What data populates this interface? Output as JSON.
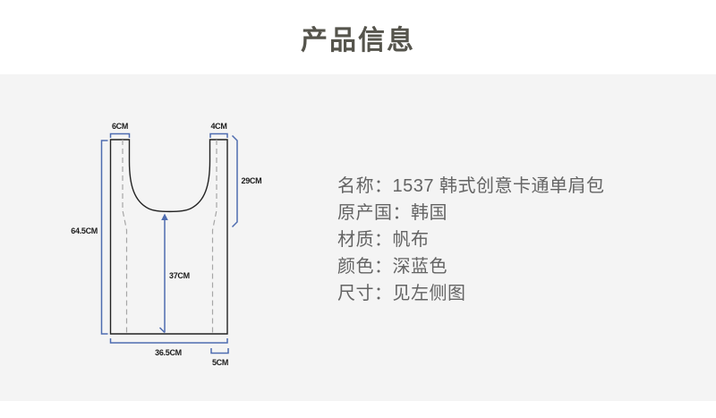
{
  "page": {
    "title": "产品信息"
  },
  "colors": {
    "accent_blue": "#4e6cb0",
    "background_gray": "#f4f4f4",
    "title_text": "#55544c",
    "body_text": "#646464",
    "outline_black": "#222222",
    "dash_gray": "#a6a6a6"
  },
  "diagram": {
    "labels": {
      "left_handle_width": "6CM",
      "right_handle_width": "4CM",
      "handle_height": "29CM",
      "total_height": "64.5CM",
      "body_height": "37CM",
      "bottom_width": "36.5CM",
      "side_width": "5CM"
    }
  },
  "product": {
    "lines": [
      "名称：1537 韩式创意卡通单肩包",
      "原产国：韩国",
      "材质：帆布",
      "颜色：深蓝色",
      "尺寸：见左侧图"
    ]
  }
}
